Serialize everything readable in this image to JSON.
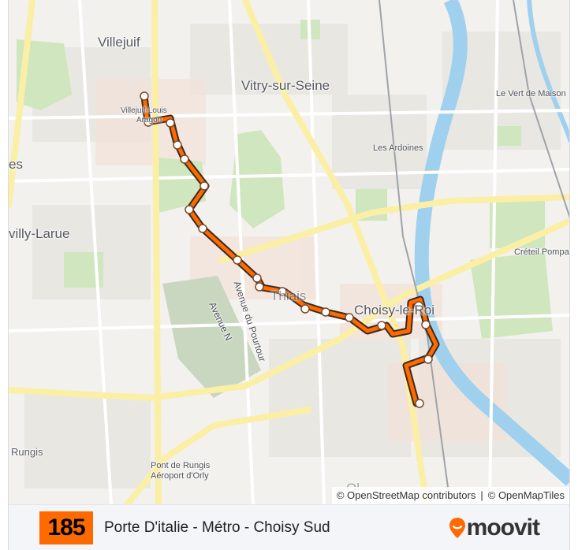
{
  "map": {
    "place_labels": {
      "villejuif": "Villejuif",
      "vitry": "Vitry-sur-Seine",
      "le_vert_de_maison": "Le Vert de Maison",
      "les_ardoines": "Les Ardoines",
      "es": "es",
      "villy_larue": "villy-Larue",
      "creteil_pompadour": "Créteil Pompa",
      "thiais": "Thiais",
      "choisy_le_roi": "Choisy-le-Roi",
      "avenue_n": "Avenue N",
      "avenue_du_pourtour": "Avenue du Pourtour",
      "rungis": "Rungis",
      "pont_de_rungis_line1": "Pont de Rungis",
      "pont_de_rungis_line2": "Aéroport d'Orly",
      "villejuif_louis_aragon_line1": "Villejuif-Louis",
      "villejuif_louis_aragon_line2": "Aragon",
      "orly_partial": "Ol"
    },
    "attribution": {
      "osm": "© OpenStreetMap contributors",
      "separator": "|",
      "omt": "© OpenMapTiles"
    },
    "colors": {
      "route_line": "#ff6a00",
      "route_casing": "#3a2a20",
      "river": "#9fd0ee",
      "park": "#cfe6bf",
      "major_road": "#fbefa6"
    }
  },
  "footer": {
    "route_number": "185",
    "route_description": "Porte D'italie - Métro - Choisy Sud",
    "brand": "moovit",
    "brand_icon": "location-pin-icon",
    "badge_color": "#ff6a00"
  }
}
